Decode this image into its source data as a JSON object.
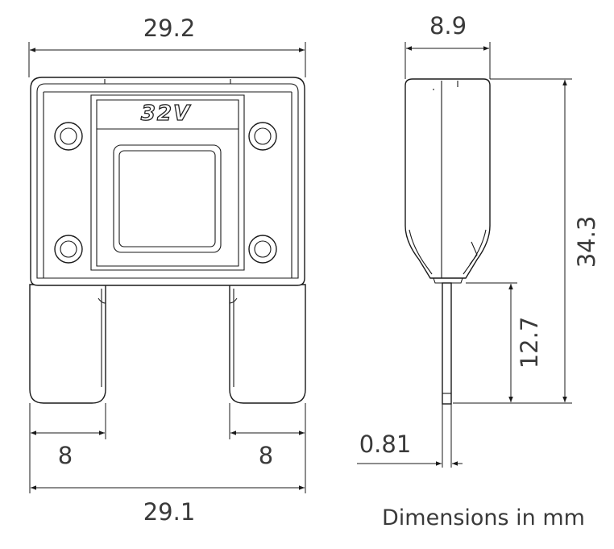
{
  "front_view": {
    "label": "32V",
    "dims": {
      "total_width_top": "29.2",
      "total_width_bottom": "29.1",
      "blade_left": "8",
      "blade_right": "8"
    }
  },
  "side_view": {
    "dims": {
      "thickness": "8.9",
      "height": "34.3",
      "blade_length": "12.7",
      "blade_thickness": "0.81"
    }
  },
  "caption": "Dimensions in mm"
}
